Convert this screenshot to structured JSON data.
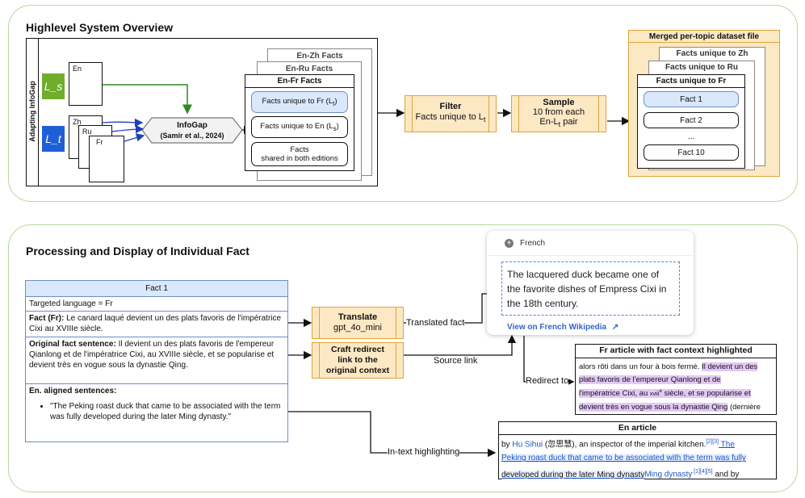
{
  "top": {
    "title": "Highlevel System Overview",
    "adapting_label": "Adapting InfoGap",
    "ls_label": "L_s",
    "lt_label": "L_t",
    "doc_en": "En",
    "doc_zh": "Zh",
    "doc_ru": "Ru",
    "doc_fr": "Fr",
    "infogap_title": "InfoGap",
    "infogap_cite": "(Samir et al., 2024)",
    "facts_stack": [
      "En-Zh Facts",
      "En-Ru Facts",
      "En-Fr Facts"
    ],
    "fact_unique_fr": "Facts unique to Fr (L",
    "fact_unique_fr_sub": "t",
    "fact_unique_en": "Facts unique to En (L",
    "fact_unique_en_sub": "s",
    "facts_shared_1": "Facts",
    "facts_shared_2": "shared in both editions",
    "filter_title": "Filter",
    "filter_sub": "Facts unique to L",
    "filter_sub_idx": "t",
    "sample_title": "Sample",
    "sample_l1": "10 from each",
    "sample_l2": "En-L",
    "sample_l2_idx": "t",
    "sample_l2_end": " pair",
    "merged_title": "Merged per-topic dataset file",
    "merged_stack": [
      "Facts unique to Zh",
      "Facts unique to Ru",
      "Facts unique to Fr"
    ],
    "merged_facts": [
      "Fact 1",
      "Fact 2",
      "...",
      "Fact 10"
    ]
  },
  "bottom": {
    "title": "Processing and Display of Individual Fact",
    "fact_header": "Fact 1",
    "targeted": "Targeted language = Fr",
    "fact_fr_label": "Fact (Fr):",
    "fact_fr_text": " Le canard laqué devient un des plats favoris de l'impératrice Cixi au XVIIIe siècle.",
    "orig_label": "Original fact sentence:",
    "orig_text": " Il devient un des plats favoris de l'empereur Qianlong et de l'impératrice Cixi, au XVIIIe siècle, et se popularise et devient très en vogue sous la dynastie Qing.",
    "aligned_label": "En. aligned sentences:",
    "aligned_item": "\"The Peking roast duck that came to be associated with the term was fully developed during the later Ming dynasty.\"",
    "translate_title": "Translate",
    "translate_sub": "gpt_4o_mini",
    "redirect_1": "Craft redirect",
    "redirect_2": "link to the",
    "redirect_3": "original context",
    "translated_fact_label": "Translated fact",
    "source_link_label": "Source link",
    "redirect_to_label": "Redirect to",
    "in_text_label": "In-text highlighting",
    "popup_lang": "French",
    "popup_text": "The lacquered duck became one of the favorite dishes of Empress Cixi in the 18th century.",
    "popup_link": "View on French Wikipedia",
    "fr_article_title": "Fr article with fact context highlighted",
    "fr_plain": "alors rôti dans un four à bois fermé. ",
    "fr_hl_1": "Il devient un des",
    "fr_hl_2": "plats favoris de l'empereur Qianlong et de",
    "fr_hl_3": "l'impératrice Cixi, au ",
    "fr_hl_sc": "xviii",
    "fr_hl_sup": "e",
    "fr_hl_3b": " siècle, et se popularise et",
    "fr_hl_4": "devient très en vogue sous la dynastie Qing",
    "fr_tail": " (dernière",
    "en_article_title": "En article",
    "en_by": "by ",
    "en_hu": "Hu Sihui",
    "en_after_hu": " (忽思慧), an inspector of the imperial kitchen.",
    "en_ref1": "[2][3]",
    "en_hl_1": " The",
    "en_hl_2": "Peking roast duck that came to be associated with the term was fully",
    "en_hl_3": "developed during the later Ming dynasty",
    "en_ming": "Ming dynasty",
    "en_ref2": ".[1][4][5]",
    "en_and": " and by"
  },
  "colors": {
    "panel_border": "#b8d89a",
    "orange_fill": "#fde8c4",
    "orange_border": "#e1a33a",
    "ls_green": "#6fae2b",
    "lt_blue": "#1f5fd6",
    "fact_blue_header": "#dae8fc",
    "fact_blue_border": "#6c8ebf",
    "highlight_purple": "#e3c8f6",
    "link_blue": "#1d55c4",
    "arrow_green": "#2e8b1e",
    "arrow_blue": "#1f3fbf"
  }
}
